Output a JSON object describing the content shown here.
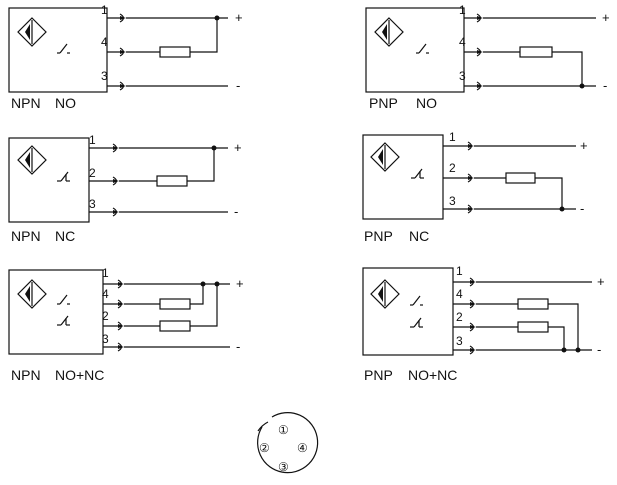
{
  "panels": [
    {
      "id": "npn-no",
      "type_label": "NPN",
      "mode_label": "NO",
      "pins": [
        "1",
        "4",
        "3"
      ]
    },
    {
      "id": "pnp-no",
      "type_label": "PNP",
      "mode_label": "NO",
      "pins": [
        "1",
        "4",
        "3"
      ]
    },
    {
      "id": "npn-nc",
      "type_label": "NPN",
      "mode_label": "NC",
      "pins": [
        "1",
        "2",
        "3"
      ]
    },
    {
      "id": "pnp-nc",
      "type_label": "PNP",
      "mode_label": "NC",
      "pins": [
        "1",
        "2",
        "3"
      ]
    },
    {
      "id": "npn-nonc",
      "type_label": "NPN",
      "mode_label": "NO+NC",
      "pins": [
        "1",
        "4",
        "2",
        "3"
      ]
    },
    {
      "id": "pnp-nonc",
      "type_label": "PNP",
      "mode_label": "NO+NC",
      "pins": [
        "1",
        "4",
        "2",
        "3"
      ]
    }
  ],
  "supply": {
    "plus": "+",
    "minus": "-"
  },
  "connector": {
    "pins": [
      "①",
      "②",
      "③",
      "④"
    ]
  },
  "colors": {
    "line": "#111111",
    "background": "#ffffff"
  }
}
